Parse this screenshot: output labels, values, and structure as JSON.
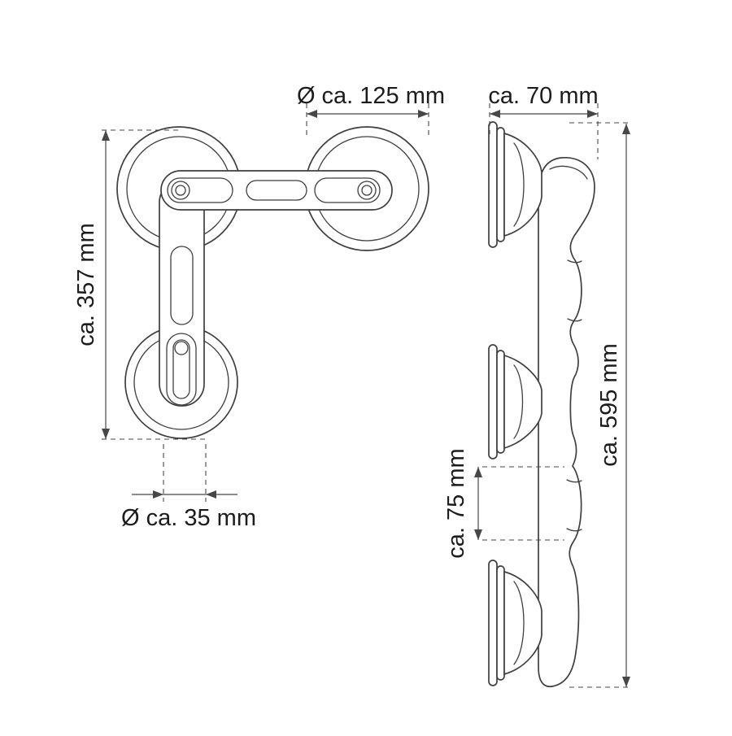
{
  "drawing": {
    "type": "technical-dimension-drawing",
    "subject": "triple-suction-cup-grab-handle",
    "front_view": {
      "top_diameter_label": "Ø ca. 125 mm",
      "height_label": "ca. 357 mm",
      "bottom_diameter_label": "Ø ca. 35 mm"
    },
    "side_view": {
      "depth_label": "ca. 70 mm",
      "height_label": "ca. 595 mm",
      "grip_clearance_label": "ca. 75 mm"
    },
    "colors": {
      "line": "#3f3f3f",
      "dimension": "#474747",
      "text": "#1c1c1c",
      "background": "#ffffff"
    }
  }
}
